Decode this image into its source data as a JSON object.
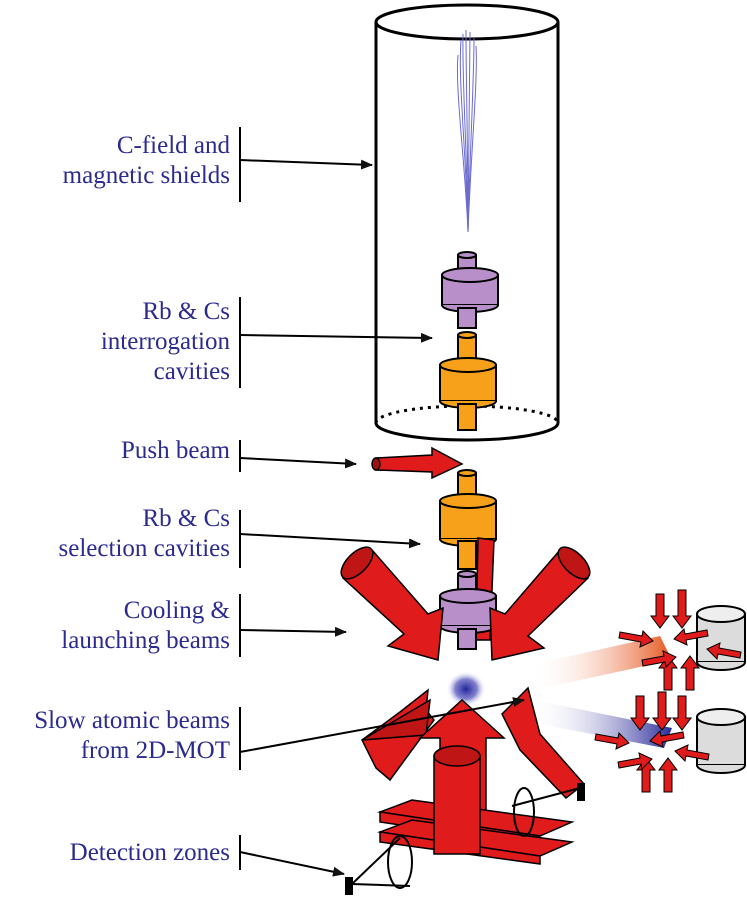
{
  "labels": {
    "cfield": [
      "C-field and",
      "magnetic shields"
    ],
    "interrogation": [
      "Rb & Cs",
      "interrogation",
      "cavities"
    ],
    "push": [
      "Push beam"
    ],
    "selection": [
      "Rb & Cs",
      "selection cavities"
    ],
    "cooling": [
      "Cooling &",
      "launching beams"
    ],
    "slow": [
      "Slow atomic beams",
      "from 2D-MOT"
    ],
    "detection": [
      "Detection zones"
    ]
  },
  "colors": {
    "label_text": "#2b2b8f",
    "beam_red": "#e01b1b",
    "beam_red_dark": "#a00f0f",
    "rb_cavity_purple": "#b98fc9",
    "cs_cavity_orange": "#f7a11a",
    "atom_cloud_blue": "#23239a",
    "mot_cell_gray": "#dcdcdc"
  }
}
